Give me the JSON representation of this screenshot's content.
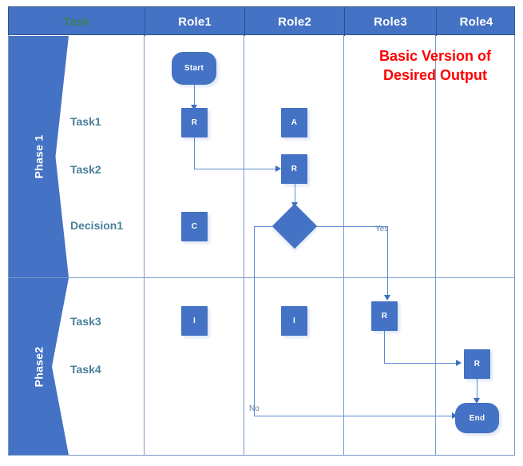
{
  "title": {
    "text": "Basic Version of\nDesired Output",
    "color": "#FF0000"
  },
  "table": {
    "header": {
      "task_column": "Task",
      "task_color": "#3f7d5e",
      "roles": [
        "Role1",
        "Role2",
        "Role3",
        "Role4"
      ],
      "background": "#4472C4",
      "text_color": "#FFFFFF"
    },
    "grid_color": "#7a9bc9"
  },
  "phases": [
    {
      "label": "Phase 1",
      "tasks": [
        "Task1",
        "Task2",
        "Decision1"
      ]
    },
    {
      "label": "Phase2",
      "tasks": [
        "Task3",
        "Task4"
      ]
    }
  ],
  "task_label_color": "#4A7F99",
  "nodes": {
    "start": {
      "label": "Start",
      "shape": "terminator",
      "role": "Role1",
      "task": "Task1"
    },
    "task1_r": {
      "label": "R",
      "shape": "rect",
      "role": "Role1",
      "task": "Task1"
    },
    "task1_a": {
      "label": "A",
      "shape": "rect",
      "role": "Role2",
      "task": "Task1"
    },
    "task2_r": {
      "label": "R",
      "shape": "rect",
      "role": "Role2",
      "task": "Task2"
    },
    "decision_c": {
      "label": "C",
      "shape": "rect",
      "role": "Role1",
      "task": "Decision1"
    },
    "decision": {
      "label": "",
      "shape": "diamond",
      "role": "Role2",
      "task": "Decision1"
    },
    "task3_i1": {
      "label": "I",
      "shape": "rect",
      "role": "Role1",
      "task": "Task3"
    },
    "task3_i2": {
      "label": "I",
      "shape": "rect",
      "role": "Role2",
      "task": "Task3"
    },
    "task3_r": {
      "label": "R",
      "shape": "rect",
      "role": "Role3",
      "task": "Task3"
    },
    "task4_r": {
      "label": "R",
      "shape": "rect",
      "role": "Role4",
      "task": "Task4"
    },
    "end": {
      "label": "End",
      "shape": "terminator",
      "role": "Role4",
      "task": "Task4"
    }
  },
  "edge_labels": {
    "yes": "Yes",
    "no": "No"
  },
  "colors": {
    "node_fill": "#4472C4",
    "connector": "#5B8BD0",
    "phase_fill": "#4472C4"
  }
}
